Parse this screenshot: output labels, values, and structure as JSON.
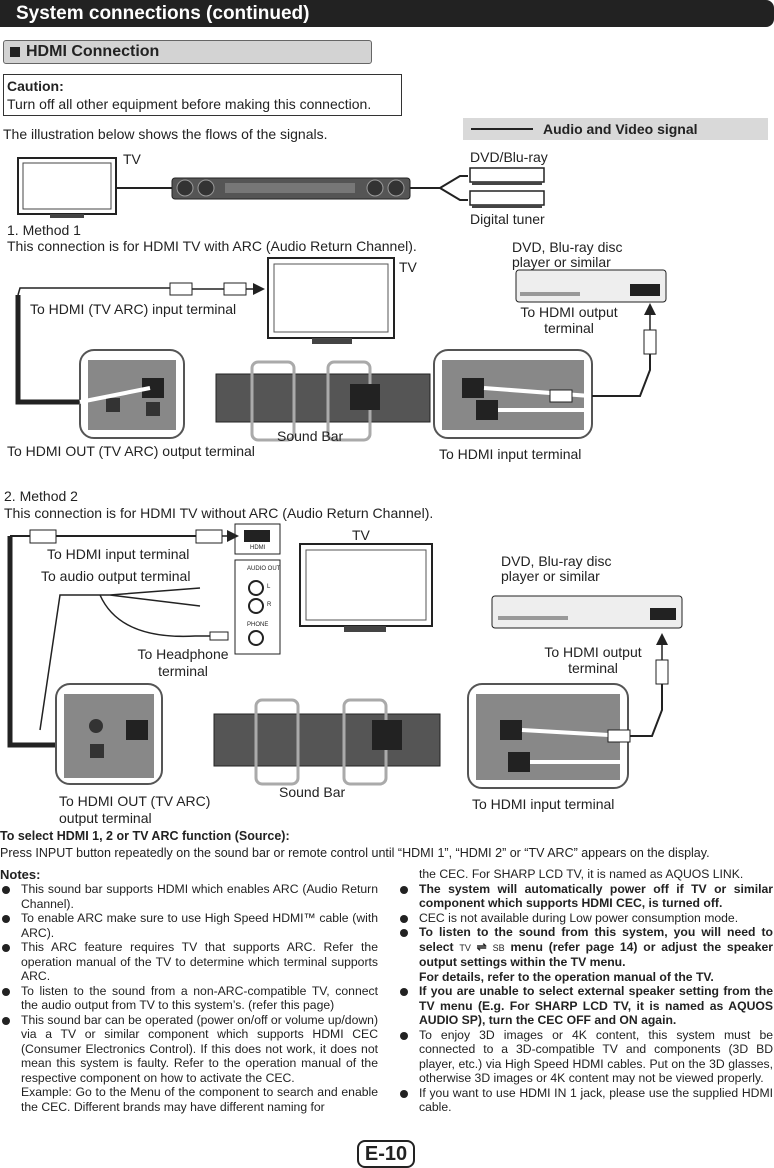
{
  "header": {
    "title": "System connections (continued)"
  },
  "section": {
    "title": "HDMI Connection"
  },
  "caution": {
    "heading": "Caution:",
    "body": "Turn off all other equipment before making this connection."
  },
  "intro": "The illustration below shows the flows of the signals.",
  "legend": {
    "label": "Audio and Video signal"
  },
  "flow": {
    "tv": "TV",
    "dvd": "DVD/Blu-ray",
    "tuner": "Digital tuner"
  },
  "method1": {
    "title": "1. Method 1",
    "desc": "This connection is for HDMI TV with ARC (Audio Return Channel).",
    "tv": "TV",
    "player_line1": "DVD,  Blu-ray  disc",
    "player_line2": "player or similar",
    "hdmi_tv_arc_input": "To HDMI (TV ARC) input terminal",
    "hdmi_output_l1": "To HDMI output",
    "hdmi_output_l2": "terminal",
    "sound_bar": "Sound Bar",
    "hdmi_out_arc": "To HDMI OUT (TV ARC) output terminal",
    "hdmi_input": "To HDMI input terminal"
  },
  "method2": {
    "title": "2. Method 2",
    "desc": "This connection is for HDMI TV without ARC (Audio Return Channel).",
    "tv": "TV",
    "hdmi_input_top": "To HDMI input terminal",
    "audio_output": "To audio output terminal",
    "player_line1": "DVD,  Blu-ray  disc",
    "player_line2": "player or similar",
    "headphone_l1": "To Headphone",
    "headphone_l2": "terminal",
    "hdmi_output_l1": "To HDMI output",
    "hdmi_output_l2": "terminal",
    "sound_bar": "Sound Bar",
    "hdmi_out_arc_l1": "To HDMI OUT (TV ARC)",
    "hdmi_out_arc_l2": "output terminal",
    "hdmi_input": "To HDMI input terminal",
    "panel_audio": "AUDIO OUT",
    "panel_l": "L",
    "panel_r": "R",
    "panel_phone": "PHONE",
    "hdmi_badge": "HDMI"
  },
  "source": {
    "heading": "To select HDMI 1, 2 or TV ARC function (Source):",
    "body": "Press INPUT button repeatedly on the sound bar or remote control until “HDMI 1”, “HDMI 2” or “TV ARC” appears on the display."
  },
  "notes": {
    "heading": "Notes:",
    "left": [
      "This sound bar supports HDMI which enables ARC (Audio Return Channel).",
      "To enable ARC make sure to use High Speed HDMI™ cable (with ARC).",
      "This ARC feature requires TV that supports ARC. Refer the operation manual of the TV to determine which terminal supports ARC.",
      "To listen to the sound from a non-ARC-compatible TV, connect the audio output from TV to this system’s. (refer this page)",
      "This sound bar can be operated (power on/off or volume up/down) via a TV or similar component which supports HDMI CEC (Consumer Electronics Control). If this does not work, it does not mean this system is faulty. Refer to the operation manual of the respective component on how to activate the CEC."
    ],
    "left_example": "Example: Go to the Menu of the component to search and enable the CEC. Different brands may have different naming for",
    "right_cont": "the CEC. For SHARP LCD TV, it is named as AQUOS LINK.",
    "right_bold1": "The system will automatically power off if TV or similar component which supports HDMI CEC, is turned off.",
    "right_cec": "CEC is not available during Low power consumption mode.",
    "right_bold2_a": "To listen to the sound from this system, you will need to select",
    "right_bold2_tv": "TV",
    "right_bold2_sb": "SB",
    "right_bold2_b": "menu (refer page 14) or adjust the speaker output settings within the TV menu.",
    "right_bold2_c": "For details, refer to the operation manual of the TV.",
    "right_bold3": "If you are unable to select external speaker setting from the TV menu (E.g. For SHARP LCD TV, it is named as AQUOS AUDIO SP), turn the CEC OFF and ON again.",
    "right_3d": "To enjoy 3D images or 4K content, this system must be connected to a 3D-compatible TV and components (3D BD player, etc.) via High Speed HDMI cables. Put on the 3D glasses, otherwise 3D images or 4K content may not be viewed properly.",
    "right_hdmi1": "If you want to use HDMI IN 1 jack, please use the supplied HDMI cable."
  },
  "page_number": "E-10"
}
